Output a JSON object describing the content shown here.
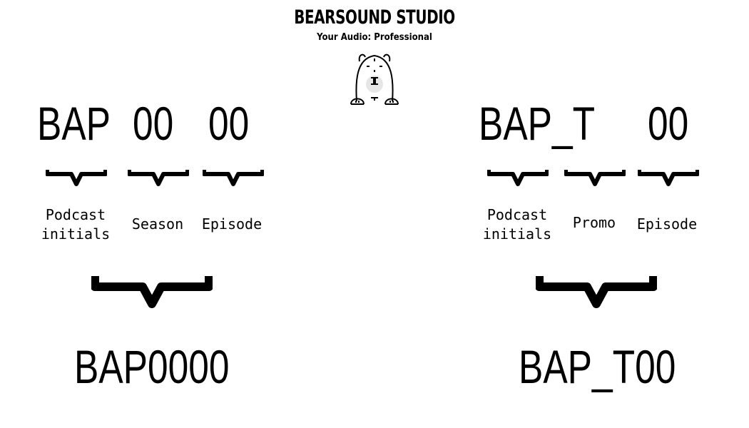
{
  "brand": {
    "title": "BEARSOUND STUDIO",
    "tagline": "Your Audio: Professional",
    "logo_icon": "bear-mascot-icon"
  },
  "episode_format": {
    "parts": [
      {
        "code": "BAP",
        "label": "Podcast\ninitials"
      },
      {
        "code": "00",
        "label": "Season"
      },
      {
        "code": "00",
        "label": "Episode"
      }
    ],
    "result": "BAP0000"
  },
  "promo_format": {
    "parts": [
      {
        "code": "BAP_T",
        "label": "Podcast\ninitials"
      },
      {
        "code": "",
        "label": "Promo"
      },
      {
        "code": "00",
        "label": "Episode"
      }
    ],
    "result": "BAP_T00"
  },
  "colors": {
    "ink": "#000000",
    "background": "#ffffff",
    "logo_fill": "#e6e6e6"
  }
}
